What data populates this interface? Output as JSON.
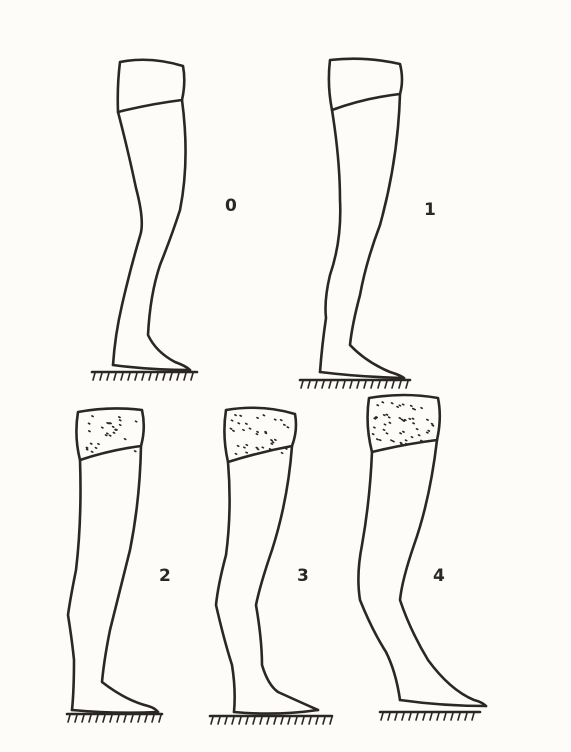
{
  "figures": [
    {
      "label": "0",
      "thigh_fat": "none"
    },
    {
      "label": "1",
      "thigh_fat": "none"
    },
    {
      "label": "2",
      "thigh_fat": "light"
    },
    {
      "label": "3",
      "thigh_fat": "medium"
    },
    {
      "label": "4",
      "thigh_fat": "heavy"
    }
  ],
  "colors": {
    "ink": "#2a2724",
    "paper": "#fdfcf8"
  }
}
